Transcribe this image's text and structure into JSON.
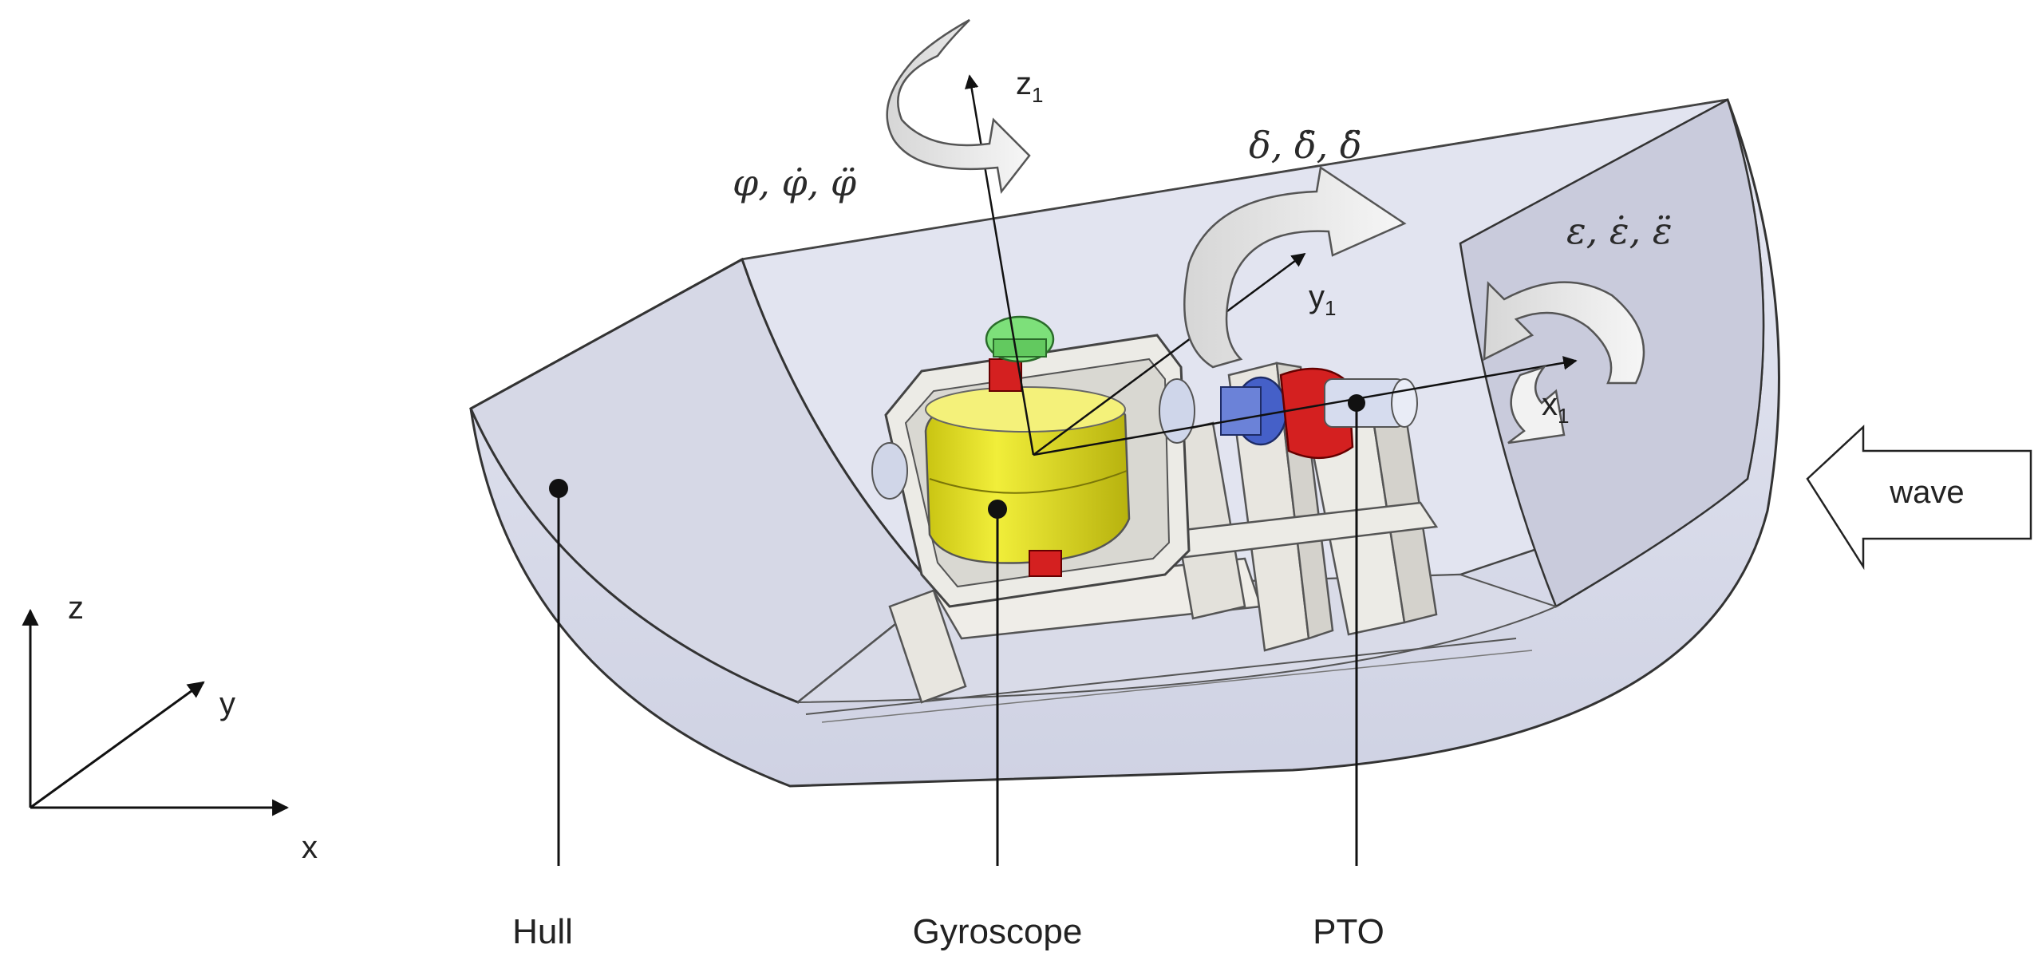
{
  "labels": {
    "hull": "Hull",
    "gyroscope": "Gyroscope",
    "pto": "PTO",
    "wave": "wave"
  },
  "axes_global": {
    "x": "x",
    "y": "y",
    "z": "z"
  },
  "axes_local": {
    "x1": "x",
    "y1": "y",
    "z1": "z",
    "subscript": "1"
  },
  "rotations": {
    "phi": "φ, φ̇, φ̈",
    "delta": "δ, δ̇, δ̈",
    "epsilon": "ε, ε̇, ε̈"
  },
  "colors": {
    "hull_fill": "#dcdeeb",
    "hull_inner": "#e4e6f1",
    "gyro_yellow": "#e6e21c",
    "frame_grey": "#e8e6e0",
    "pto_red": "#d42020",
    "coupling_blue": "#4560c8",
    "sensor_green": "#7de07a"
  }
}
